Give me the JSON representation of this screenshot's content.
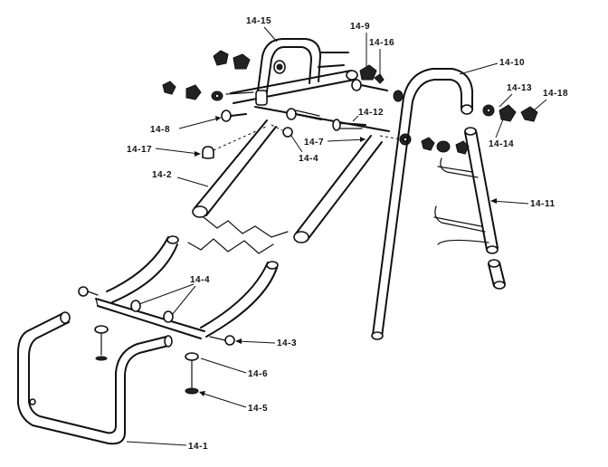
{
  "parts": {
    "p14_1": "14-1",
    "p14_2": "14-2",
    "p14_3": "14-3",
    "p14_4_a": "14-4",
    "p14_4_b": "14-4",
    "p14_5": "14-5",
    "p14_6": "14-6",
    "p14_7": "14-7",
    "p14_8": "14-8",
    "p14_9": "14-9",
    "p14_10": "14-10",
    "p14_11": "14-11",
    "p14_12": "14-12",
    "p14_13": "14-13",
    "p14_14": "14-14",
    "p14_15": "14-15",
    "p14_16": "14-16",
    "p14_17": "14-17",
    "p14_18": "14-18"
  }
}
